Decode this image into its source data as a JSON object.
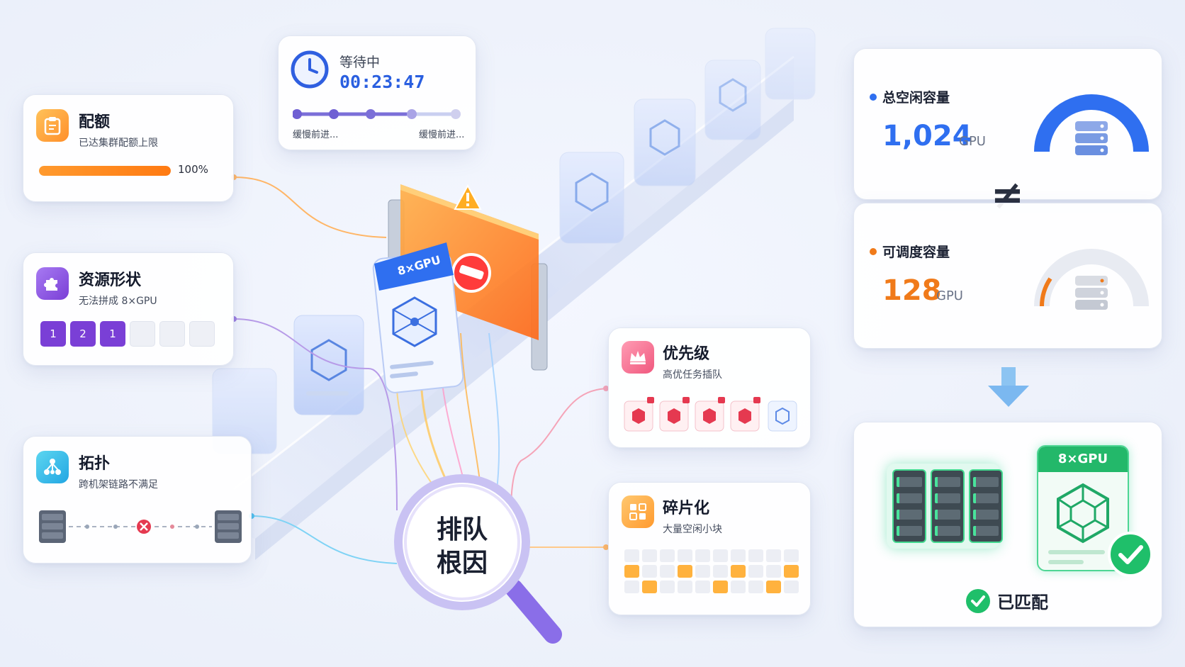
{
  "waiting": {
    "label": "等待中",
    "time": "00:23:47",
    "left_caption": "缓慢前进...",
    "right_caption": "缓慢前进..."
  },
  "quota": {
    "title": "配额",
    "subtitle": "已达集群配额上限",
    "progress_percent": 100,
    "progress_text": "100%"
  },
  "shape": {
    "title": "资源形状",
    "subtitle": "无法拼成 8×GPU",
    "blocks": [
      "1",
      "2",
      "1"
    ]
  },
  "topology": {
    "title": "拓扑",
    "subtitle": "跨机架链路不满足"
  },
  "priority": {
    "title": "优先级",
    "subtitle": "高优任务插队"
  },
  "fragment": {
    "title": "碎片化",
    "subtitle": "大量空闲小块"
  },
  "center": {
    "line1": "排队",
    "line2": "根因"
  },
  "job_tag": "8×GPU",
  "total": {
    "label": "总空闲容量",
    "value": "1,024",
    "unit": "GPU"
  },
  "not_equal": "≠",
  "schedulable": {
    "label": "可调度容量",
    "value": "128",
    "unit": "GPU"
  },
  "match": {
    "tag": "8×GPU",
    "label": "已匹配"
  },
  "colors": {
    "blue": "#2f6ff0",
    "orange": "#f07a1a",
    "purple": "#7a3fd6",
    "green": "#1fbf6a",
    "red": "#e53950"
  }
}
